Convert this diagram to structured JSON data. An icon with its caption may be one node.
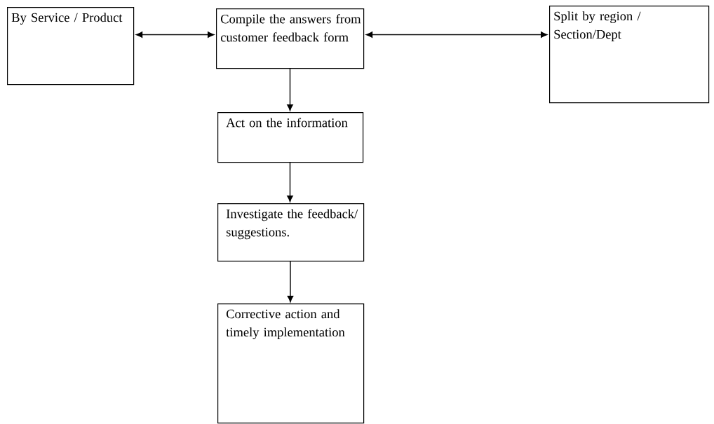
{
  "diagram": {
    "nodes": [
      {
        "text": [
          "By Service / Product"
        ]
      },
      {
        "text": [
          "Compile the answers from customer feedback form"
        ]
      },
      {
        "text": [
          "Split by region / Section/Dept"
        ]
      },
      {
        "text": [
          "Act on the information"
        ]
      },
      {
        "text": [
          "Investigate the feedback/ suggestions."
        ]
      },
      {
        "text": [
          "Corrective action and timely implementation"
        ]
      }
    ],
    "edges": [
      {
        "from": 0,
        "to": 1,
        "arrow": "both"
      },
      {
        "from": 1,
        "to": 2,
        "arrow": "both"
      },
      {
        "from": 1,
        "to": 3,
        "arrow": "to"
      },
      {
        "from": 3,
        "to": 4,
        "arrow": "to"
      },
      {
        "from": 4,
        "to": 5,
        "arrow": "to"
      }
    ]
  }
}
